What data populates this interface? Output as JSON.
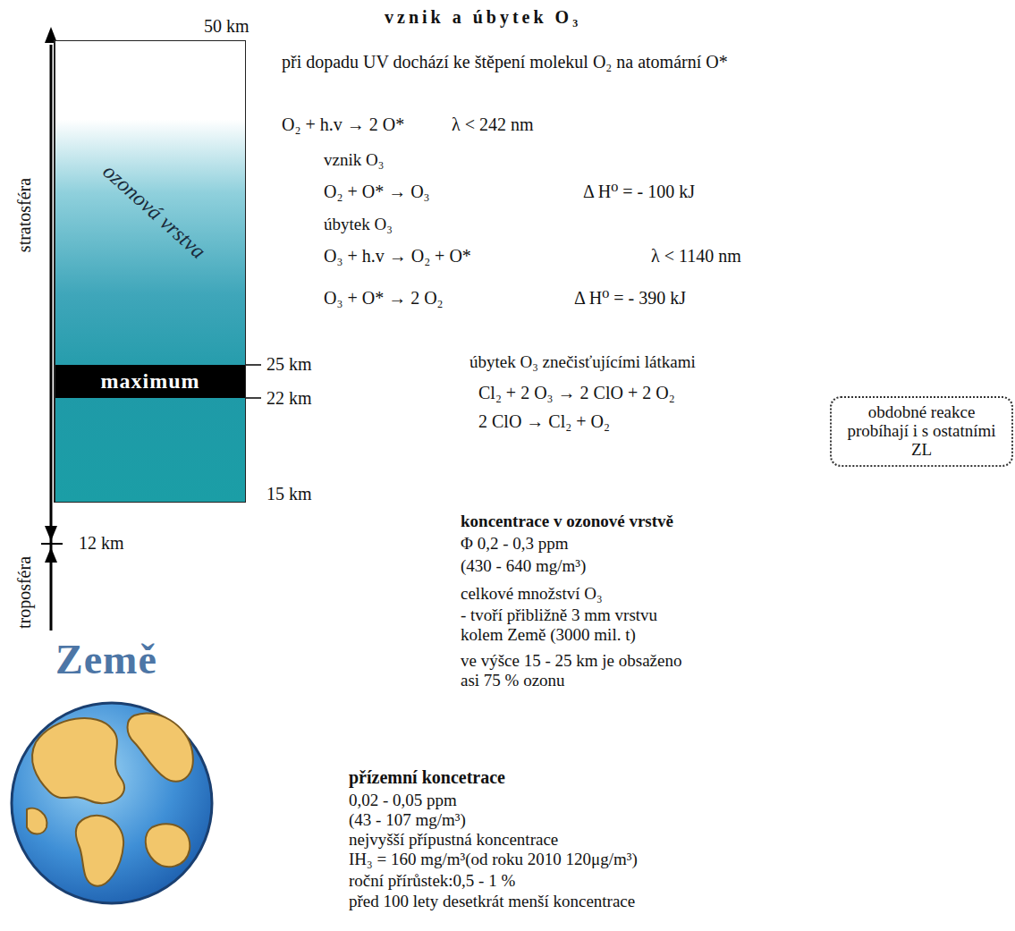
{
  "diagram": {
    "title": "vznik a úbytek O₃",
    "nodes": [
      {
        "text": [
          "ozonová vrstva"
        ]
      },
      {
        "text": [
          "maximum"
        ],
        "in": 0
      },
      {
        "text": [
          "obdobné reakce probíhají i s ostatními ZL"
        ]
      }
    ],
    "labels": [
      "50 km",
      "25 km",
      "22 km",
      "15 km",
      "12 km",
      "stratosféra",
      "troposféra",
      "Země",
      "při dopadu UV dochází ke štěpení molekul O₂ na atomární O*",
      "O₂ + h.v → 2 O*",
      "λ < 242 nm",
      "vznik O₃",
      "O₂ + O* → O₃",
      "Δ H⁰ = - 100 kJ",
      "úbytek O₃",
      "O₃ + h.v → O₂ + O*",
      "λ < 1140 nm",
      "O₃ + O* → 2 O₂",
      "Δ H⁰ = - 390 kJ",
      "úbytek O₃ znečisťujícími látkami",
      "Cl₂ + 2 O₃ → 2 ClO + 2 O₂",
      "2 ClO → Cl₂ + O₂",
      "koncentrace v ozonové vrstvě",
      "Φ 0,2 - 0,3 ppm",
      "(430 - 640 mg/m³)",
      "celkové množství O₃",
      "- tvoří přibližně 3 mm vrstvu kolem Země (3000 mil. t)",
      "ve výšce 15 - 25 km je obsaženo asi 75 % ozonu",
      "přízemní koncetrace",
      "0,02 - 0,05 ppm",
      "(43 - 107 mg/m³)",
      "nejvyšší přípustná koncentrace",
      "IH₃ = 160 mg/m³(od roku 2010 120μg/m³)",
      "roční přírůstek:0,5 - 1 %",
      "před 100 lety desetkrát menší koncentrace"
    ]
  }
}
